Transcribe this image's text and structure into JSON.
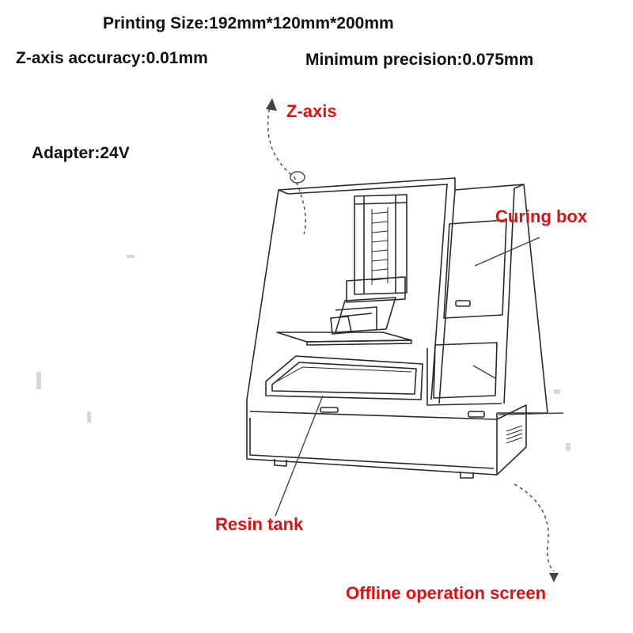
{
  "specs": {
    "printing_size": "Printing Size:192mm*120mm*200mm",
    "z_accuracy": "Z-axis accuracy:0.01mm",
    "min_precision": "Minimum precision:0.075mm",
    "adapter": "Adapter:24V"
  },
  "callouts": {
    "z_axis": "Z-axis",
    "curing_box": "Curing box",
    "resin_tank": "Resin tank",
    "offline_screen": "Offline operation screen"
  },
  "colors": {
    "spec_text": "#111111",
    "callout_text": "#e01010",
    "line_art": "#2a2a2a"
  }
}
